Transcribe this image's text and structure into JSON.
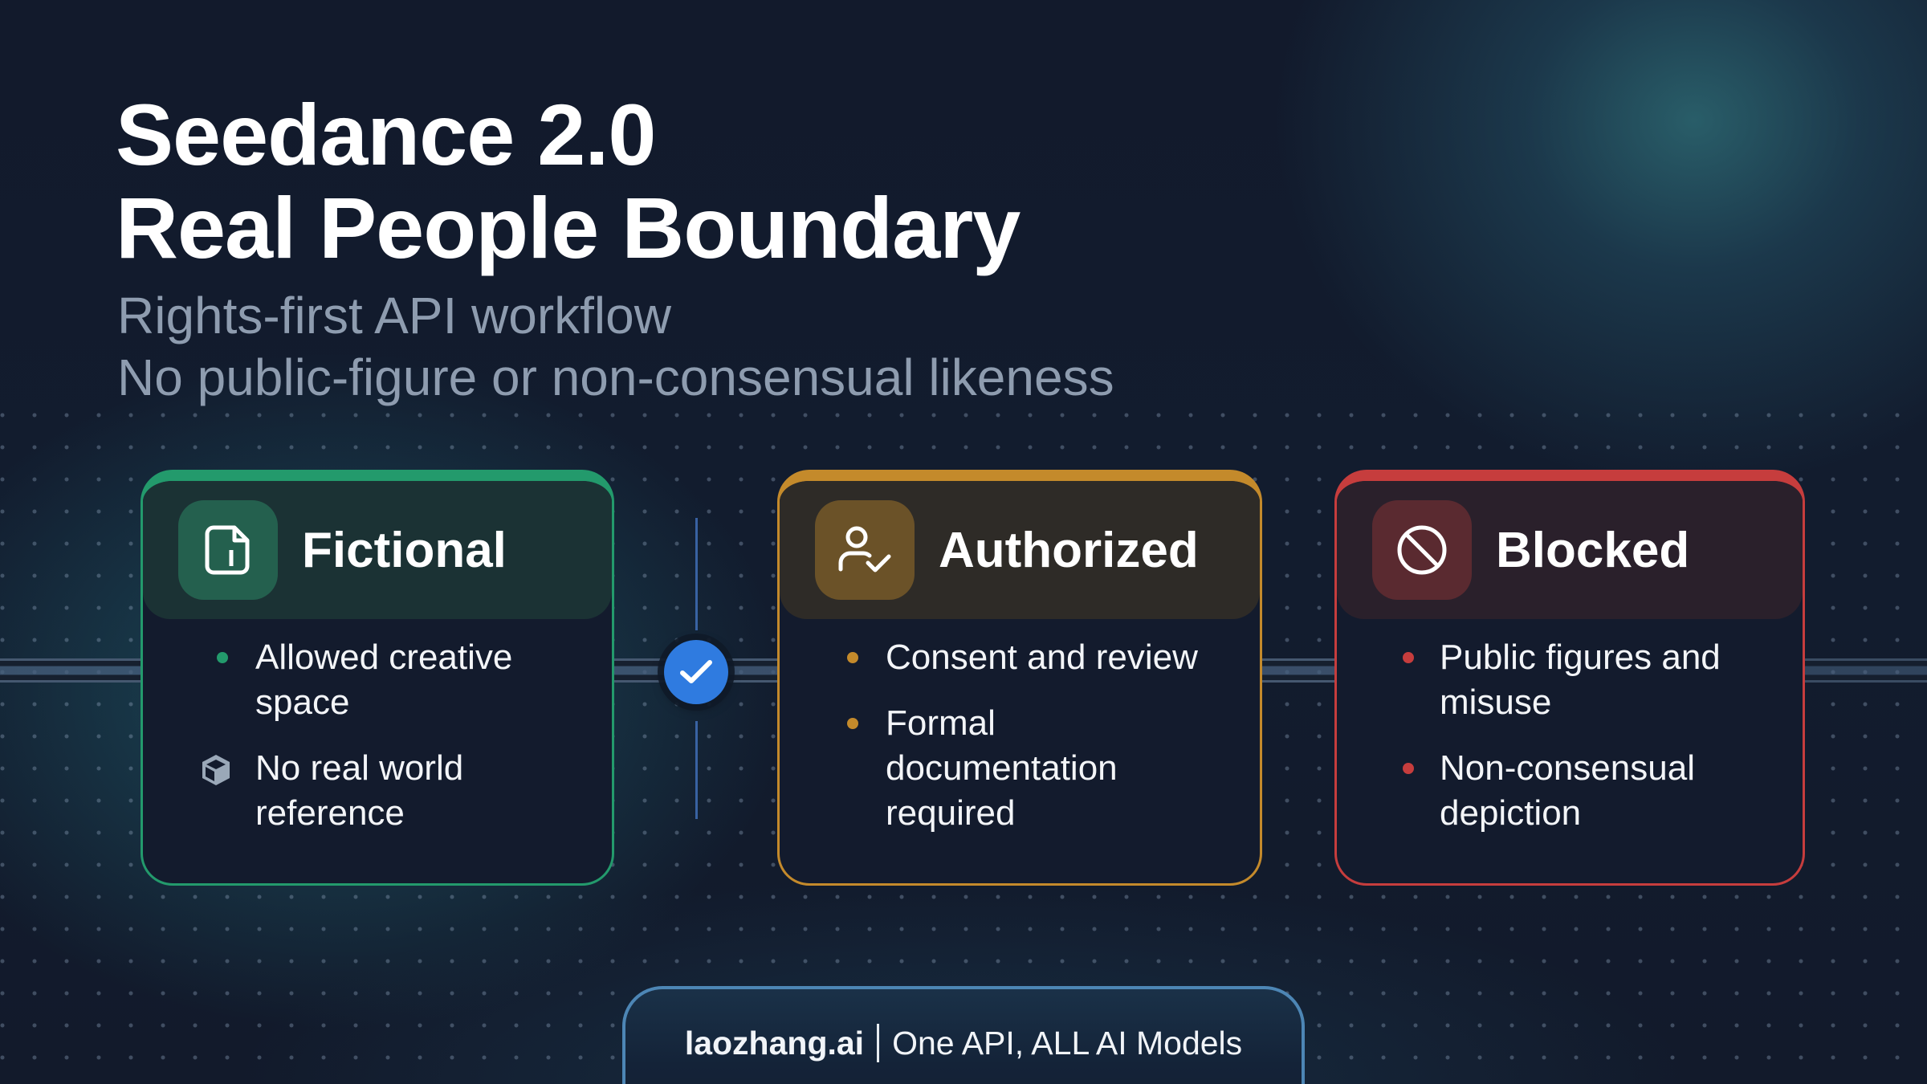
{
  "header": {
    "title_line1": "Seedance 2.0",
    "title_line2": "Real People Boundary",
    "subtitle_line1": "Rights-first API workflow",
    "subtitle_line2": "No public-figure or non-consensual likeness"
  },
  "connector": {
    "badge_icon": "check-icon",
    "badge_color": "#2f7be0"
  },
  "cards": [
    {
      "title": "Fictional",
      "icon": "document-info-icon",
      "accent": "#239a6c",
      "items": [
        {
          "marker": "dot",
          "text": "Allowed creative space"
        },
        {
          "marker": "cube-icon",
          "text": "No real world reference"
        }
      ]
    },
    {
      "title": "Authorized",
      "icon": "user-check-icon",
      "accent": "#c48a2b",
      "items": [
        {
          "marker": "dot",
          "text": "Consent and review"
        },
        {
          "marker": "dot",
          "text": "Formal documentation required"
        }
      ]
    },
    {
      "title": "Blocked",
      "icon": "prohibited-icon",
      "accent": "#c63d3d",
      "items": [
        {
          "marker": "dot",
          "text": "Public figures and misuse"
        },
        {
          "marker": "dot",
          "text": "Non-consensual depiction"
        }
      ]
    }
  ],
  "footer": {
    "brand": "laozhang.ai",
    "tagline": "One API, ALL AI Models"
  }
}
